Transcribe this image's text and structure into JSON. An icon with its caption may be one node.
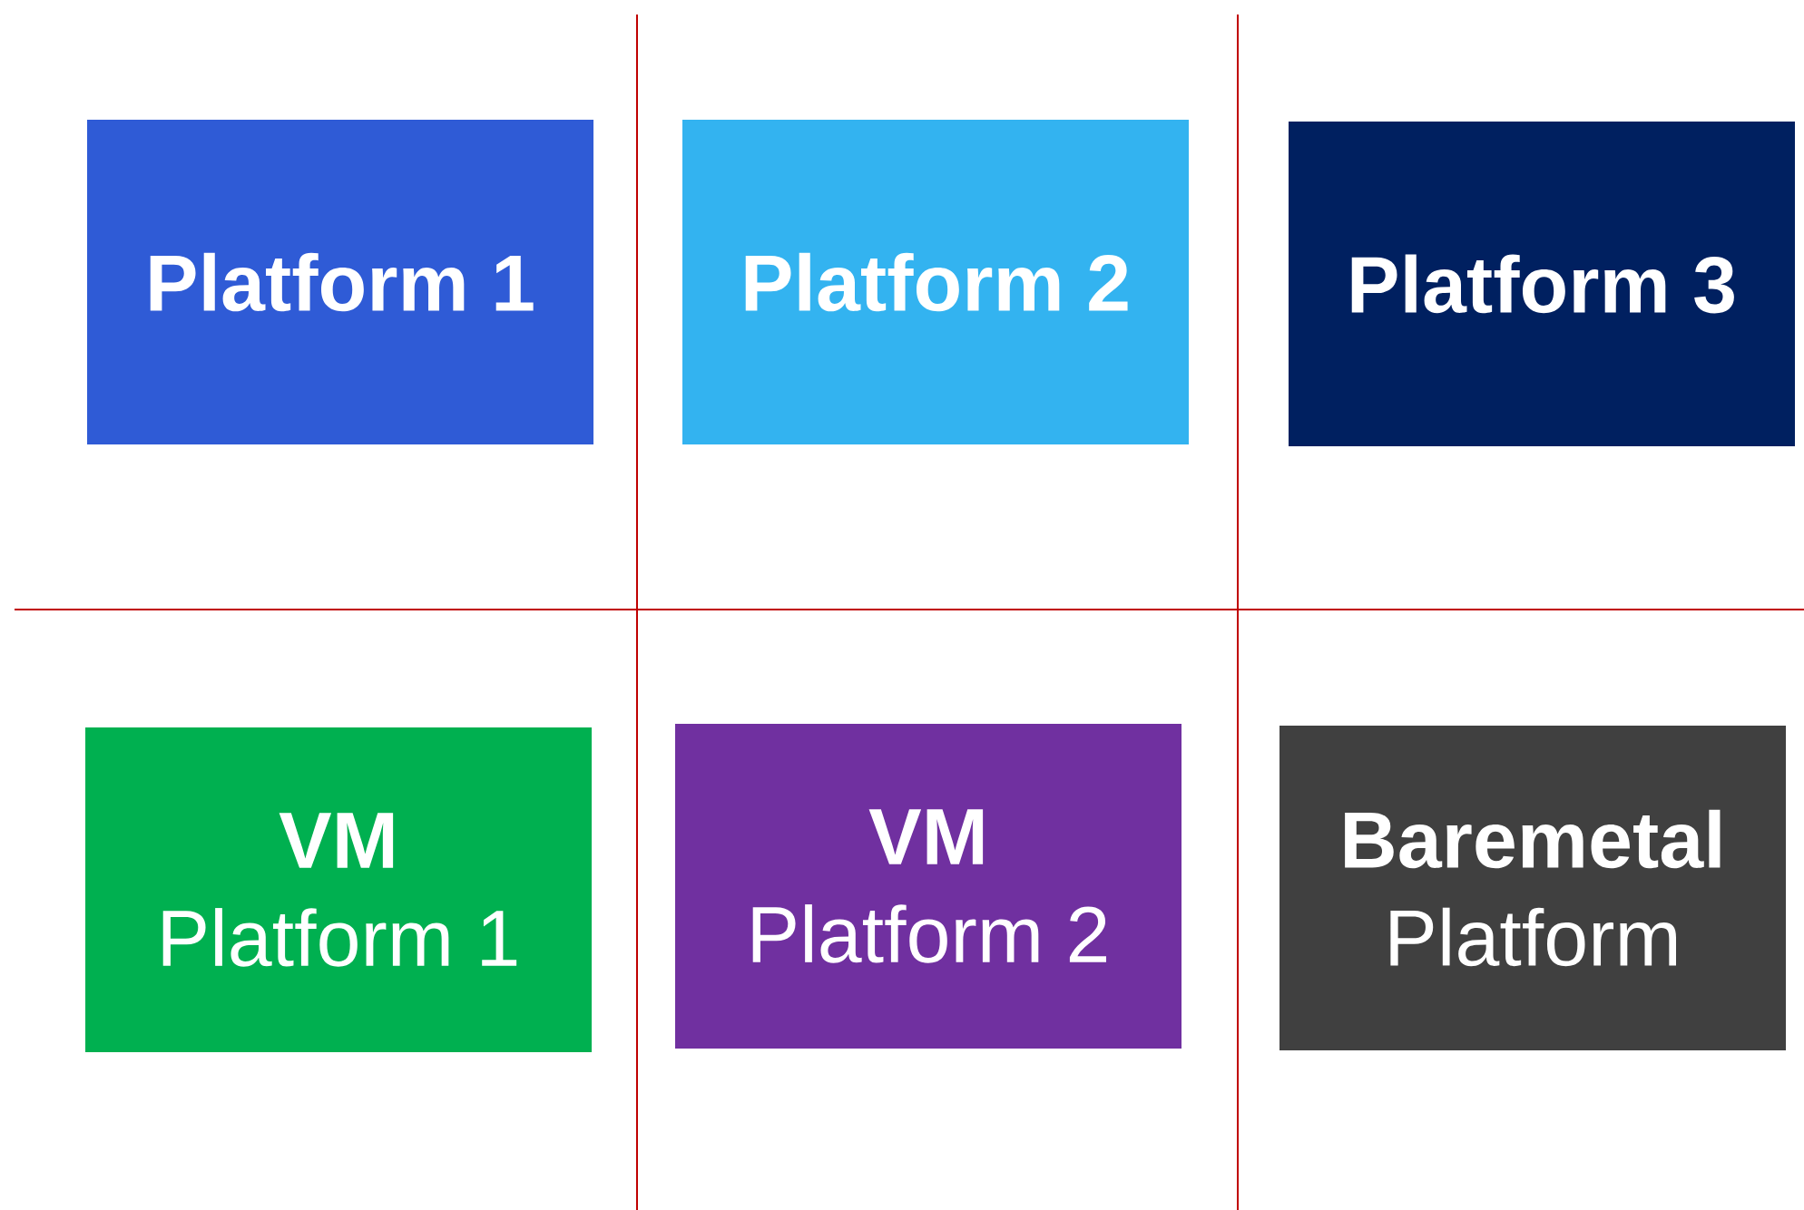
{
  "diagram": {
    "nodes": [
      {
        "text": [
          "Platform 1"
        ]
      },
      {
        "text": [
          "Platform 2"
        ]
      },
      {
        "text": [
          "Platform 3"
        ]
      },
      {
        "text": [
          "VM",
          "Platform 1"
        ]
      },
      {
        "text": [
          "VM",
          "Platform 2"
        ]
      },
      {
        "text": [
          "Baremetal",
          "Platform"
        ]
      }
    ]
  }
}
